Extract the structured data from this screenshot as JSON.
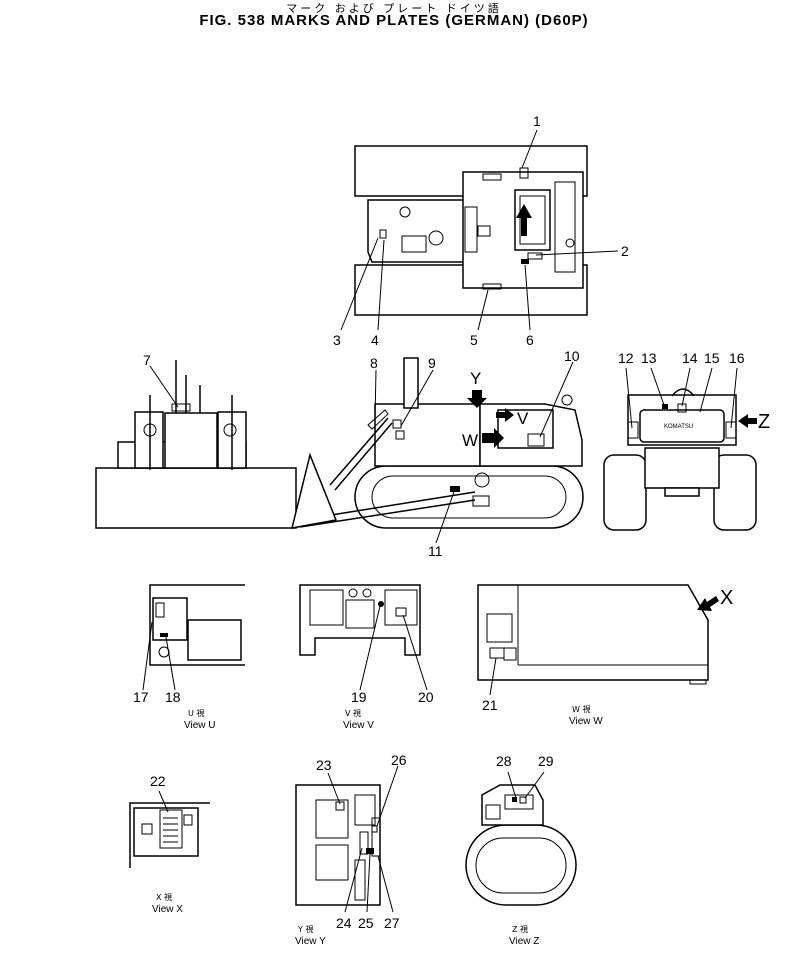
{
  "header": {
    "title_jp": "マーク および プレート ドイツ語",
    "title_en": "FIG. 538  MARKS AND PLATES (GERMAN) (D60P)"
  },
  "callouts": [
    "1",
    "2",
    "3",
    "4",
    "5",
    "6",
    "7",
    "8",
    "9",
    "10",
    "11",
    "12",
    "13",
    "14",
    "15",
    "16",
    "17",
    "18",
    "19",
    "20",
    "21",
    "22",
    "23",
    "24",
    "25",
    "26",
    "27",
    "28",
    "29"
  ],
  "view_arrows": {
    "y": "Y",
    "w": "W",
    "v": "V",
    "z": "Z",
    "x": "X"
  },
  "plate_text": {
    "komatsu": "KOMATSU"
  },
  "captions": [
    {
      "jp": "U 視",
      "en": "View U"
    },
    {
      "jp": "V 視",
      "en": "View V"
    },
    {
      "jp": "W 視",
      "en": "View W"
    },
    {
      "jp": "X 視",
      "en": "View X"
    },
    {
      "jp": "Y 視",
      "en": "View Y"
    },
    {
      "jp": "Z 視",
      "en": "View Z"
    }
  ]
}
